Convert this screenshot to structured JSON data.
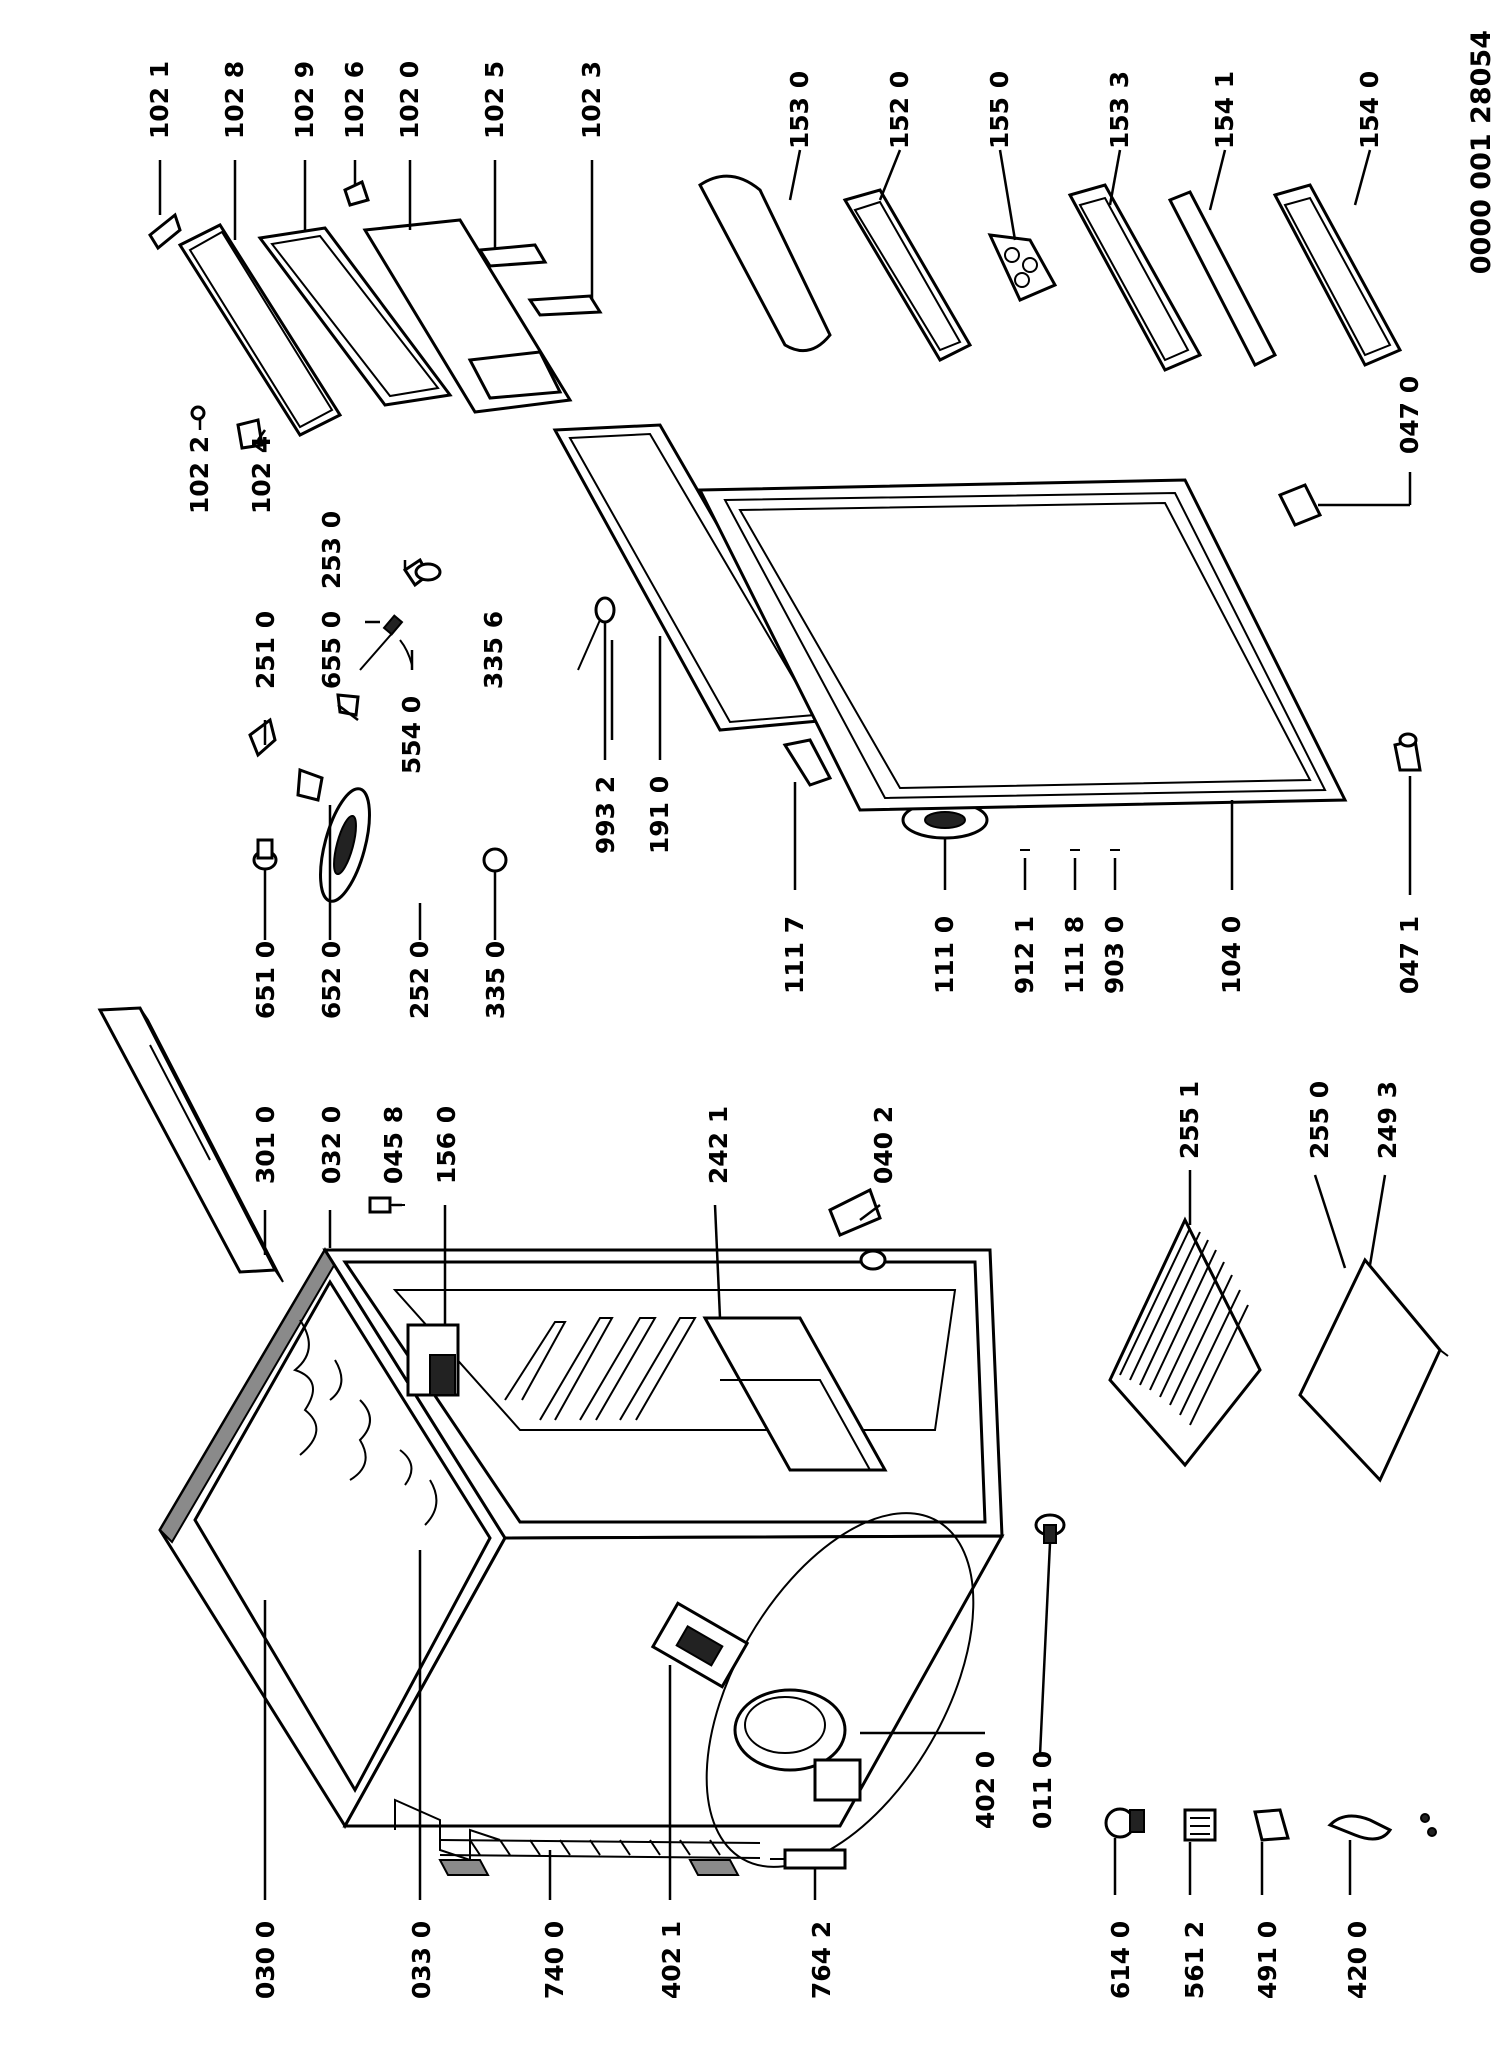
{
  "document_number": "0000 001 28054",
  "labels": [
    {
      "id": "0300",
      "text": "030 0"
    },
    {
      "id": "0330",
      "text": "033 0"
    },
    {
      "id": "7400",
      "text": "740 0"
    },
    {
      "id": "4021",
      "text": "402 1"
    },
    {
      "id": "7642",
      "text": "764 2"
    },
    {
      "id": "6140",
      "text": "614 0"
    },
    {
      "id": "5612",
      "text": "561 2"
    },
    {
      "id": "4910",
      "text": "491 0"
    },
    {
      "id": "4200",
      "text": "420 0"
    },
    {
      "id": "4020",
      "text": "402 0"
    },
    {
      "id": "0110",
      "text": "011 0"
    },
    {
      "id": "3010",
      "text": "301 0"
    },
    {
      "id": "0320",
      "text": "032 0"
    },
    {
      "id": "0458",
      "text": "045 8"
    },
    {
      "id": "1560",
      "text": "156 0"
    },
    {
      "id": "2421",
      "text": "242 1"
    },
    {
      "id": "0402",
      "text": "040 2"
    },
    {
      "id": "2551",
      "text": "255 1"
    },
    {
      "id": "2550",
      "text": "255 0"
    },
    {
      "id": "2493",
      "text": "249 3"
    },
    {
      "id": "6510",
      "text": "651 0"
    },
    {
      "id": "6520",
      "text": "652 0"
    },
    {
      "id": "2520",
      "text": "252 0"
    },
    {
      "id": "3350",
      "text": "335 0"
    },
    {
      "id": "2510",
      "text": "251 0"
    },
    {
      "id": "5540",
      "text": "554 0"
    },
    {
      "id": "6550",
      "text": "655 0"
    },
    {
      "id": "3356",
      "text": "335 6"
    },
    {
      "id": "2530",
      "text": "253 0"
    },
    {
      "id": "1022",
      "text": "102 2"
    },
    {
      "id": "1024",
      "text": "102 4"
    },
    {
      "id": "1021",
      "text": "102 1"
    },
    {
      "id": "1028",
      "text": "102 8"
    },
    {
      "id": "1029",
      "text": "102 9"
    },
    {
      "id": "1026",
      "text": "102 6"
    },
    {
      "id": "1020",
      "text": "102 0"
    },
    {
      "id": "1025",
      "text": "102 5"
    },
    {
      "id": "1023",
      "text": "102 3"
    },
    {
      "id": "9932",
      "text": "993 2"
    },
    {
      "id": "1910",
      "text": "191 0"
    },
    {
      "id": "1117",
      "text": "111 7"
    },
    {
      "id": "1110",
      "text": "111 0"
    },
    {
      "id": "9121",
      "text": "912 1"
    },
    {
      "id": "1118",
      "text": "111 8"
    },
    {
      "id": "9030",
      "text": "903 0"
    },
    {
      "id": "1040",
      "text": "104 0"
    },
    {
      "id": "0471",
      "text": "047 1"
    },
    {
      "id": "0470",
      "text": "047 0"
    },
    {
      "id": "1530",
      "text": "153 0"
    },
    {
      "id": "1520",
      "text": "152 0"
    },
    {
      "id": "1550",
      "text": "155 0"
    },
    {
      "id": "1533",
      "text": "153 3"
    },
    {
      "id": "1541",
      "text": "154 1"
    },
    {
      "id": "1540",
      "text": "154 0"
    }
  ]
}
